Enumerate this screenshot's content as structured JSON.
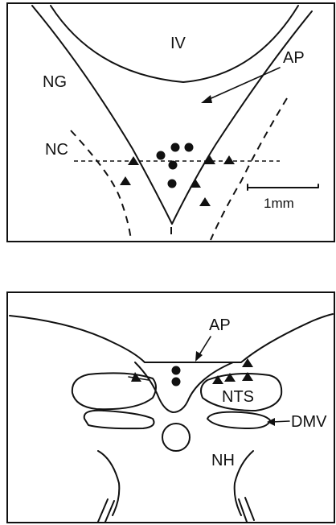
{
  "top_panel": {
    "label_iv": "IV",
    "label_ap": "AP",
    "label_ng": "NG",
    "label_nc": "NC",
    "scale_bar_label": "1mm"
  },
  "bottom_panel": {
    "label_ap": "AP",
    "label_nts": "NTS",
    "label_dmv": "DMV",
    "label_nh": "NH"
  },
  "marker_legend": {
    "dot": "filled-circle",
    "triangle": "filled-triangle"
  },
  "colors": {
    "ink": "#111111",
    "background": "#ffffff"
  }
}
